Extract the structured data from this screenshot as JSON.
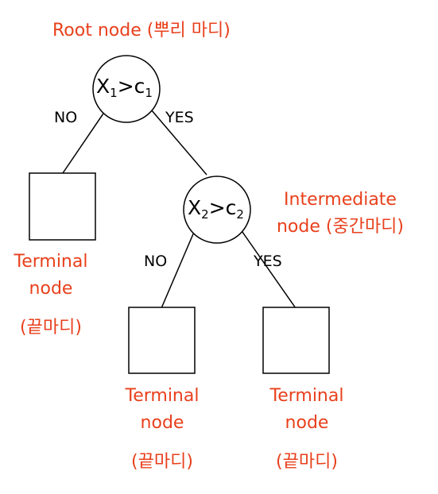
{
  "colors": {
    "label": "#e8401c",
    "stroke": "#000000",
    "background": "#ffffff"
  },
  "root": {
    "label": "Root node (뿌리 마디)",
    "condition": {
      "var": "X",
      "var_sub": "1",
      "op": ">",
      "const": "c",
      "const_sub": "1"
    }
  },
  "intermediate": {
    "label_line1": "Intermediate",
    "label_line2": "node (중간마디)",
    "condition": {
      "var": "X",
      "var_sub": "2",
      "op": ">",
      "const": "c",
      "const_sub": "2"
    }
  },
  "edges": {
    "root_no": "NO",
    "root_yes": "YES",
    "inter_no": "NO",
    "inter_yes": "YES"
  },
  "terminals": [
    {
      "line1": "Terminal",
      "line2": "node",
      "line3": "(끝마디)"
    },
    {
      "line1": "Terminal",
      "line2": "node",
      "line3": "(끝마디)"
    },
    {
      "line1": "Terminal",
      "line2": "node",
      "line3": "(끝마디)"
    }
  ]
}
